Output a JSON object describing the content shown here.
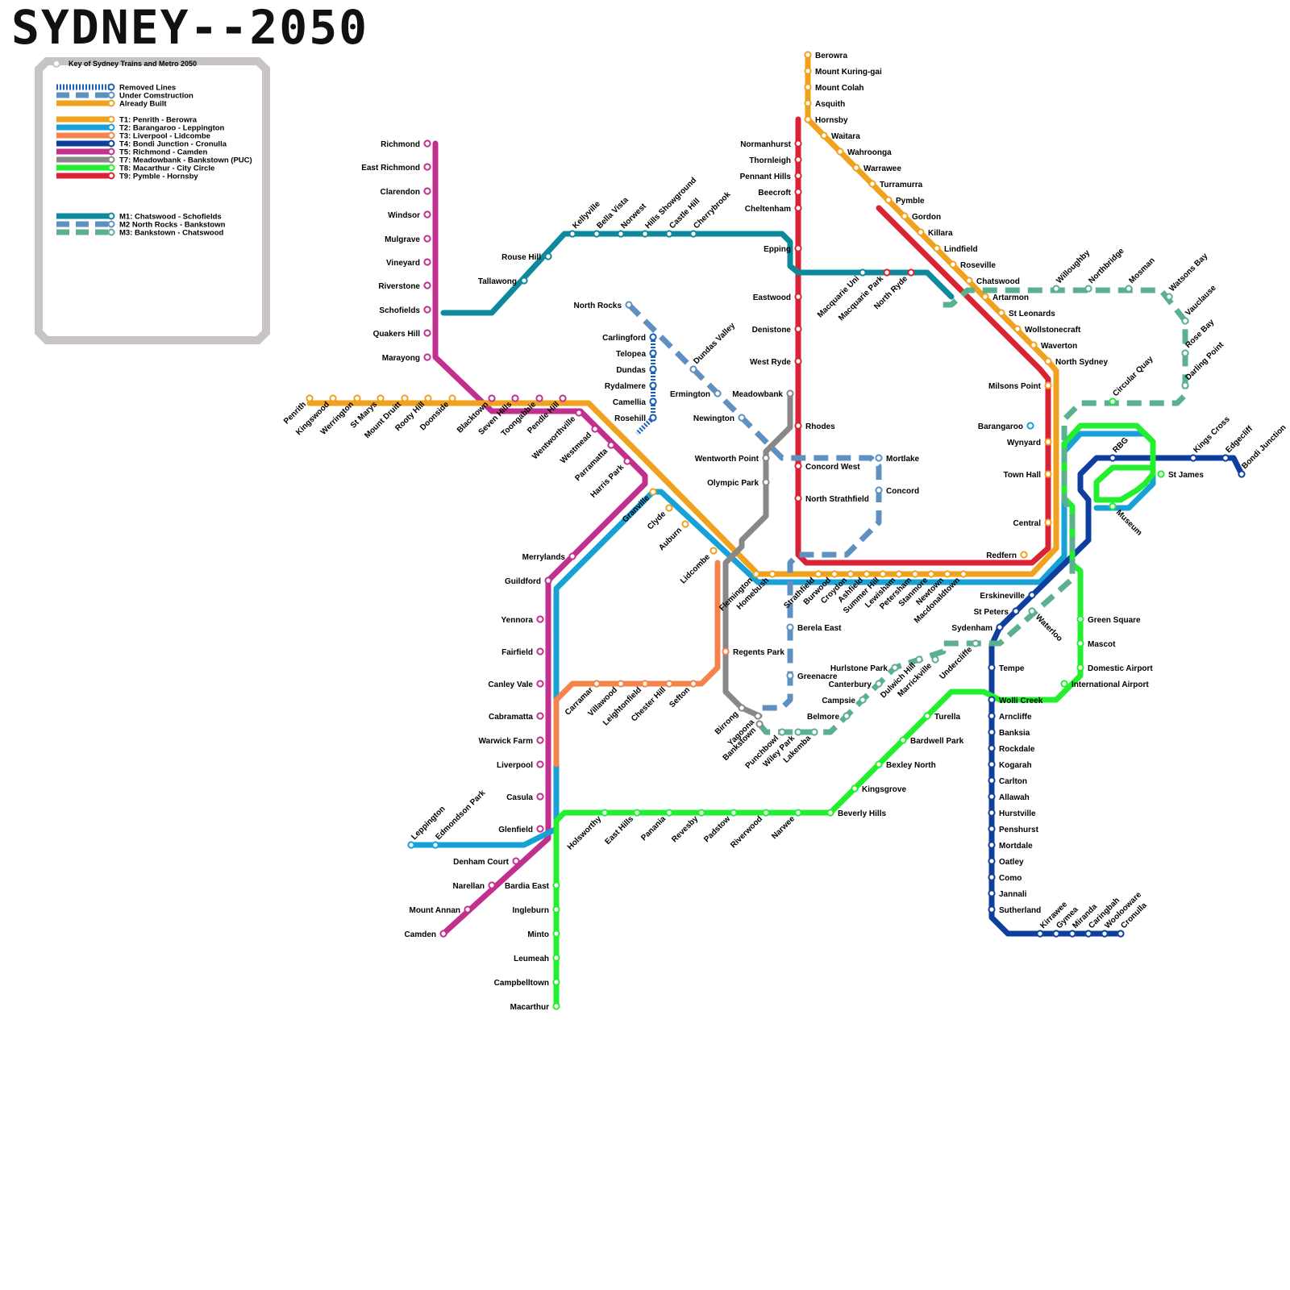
{
  "title": "SYDNEY--2050",
  "legend": {
    "heading": "Key of Sydney Trains and Metro 2050",
    "styles": [
      {
        "label": "Removed Lines",
        "style": "removed",
        "color": "#1a5fb4"
      },
      {
        "label": "Under Comstruction",
        "style": "dashed",
        "color": "#5e90c0"
      },
      {
        "label": "Already Built",
        "style": "solid",
        "color": "#f0a21e"
      }
    ],
    "lines": [
      {
        "label": "T1: Penrith - Berowra",
        "color": "#f0a21e"
      },
      {
        "label": "T2: Barangaroo - Leppington",
        "color": "#16a2d6"
      },
      {
        "label": "T3: Liverpool - Lidcombe",
        "color": "#f5844c"
      },
      {
        "label": "T4: Bondi Junction - Cronulla",
        "color": "#0f3f9e"
      },
      {
        "label": "T5: Richmond - Camden",
        "color": "#c2308f"
      },
      {
        "label": "T7: Meadowbank - Bankstown (PUC)",
        "color": "#888888"
      },
      {
        "label": "T8: Macarthur - City  Circle",
        "color": "#22f02e"
      },
      {
        "label": "T9: Pymble - Hornsby",
        "color": "#d92334"
      }
    ],
    "metros": [
      {
        "label": "M1: Chatswood - Schofields",
        "color": "#0c8a9c",
        "style": "solid"
      },
      {
        "label": "M2 North Rocks - Bankstown",
        "color": "#5e90c0",
        "style": "dashed"
      },
      {
        "label": "M3: Bankstown - Chatswood",
        "color": "#5bb08f",
        "style": "dashed"
      }
    ]
  },
  "routes": [
    {
      "line": "T5",
      "color": "#c2308f",
      "style": "solid",
      "stops": [
        "Richmond",
        "East Richmond",
        "Clarendon",
        "Windsor",
        "Mulgrave",
        "Vineyard",
        "Riverstone",
        "Schofields",
        "Quakers Hill",
        "Marayong",
        "Blacktown",
        "Seven Hills",
        "Toongabbie",
        "Pendle Hill",
        "Wentworthville",
        "Westmead",
        "Parramatta",
        "Harris Park",
        "Merrylands",
        "Guildford",
        "Yennora",
        "Fairfield",
        "Canley Vale",
        "Cabramatta",
        "Warwick Farm",
        "Liverpool",
        "Casula",
        "Glenfield",
        "Denham Court",
        "Narellan",
        "Mount Annan",
        "Camden"
      ]
    },
    {
      "line": "T1",
      "color": "#f0a21e",
      "style": "solid",
      "stops": [
        "Penrith",
        "Kingswood",
        "Werrington",
        "St Marys",
        "Mount Druitt",
        "Rooty Hill",
        "Doonside",
        "Blacktown",
        "Seven Hills",
        "Toongabbie",
        "Pendle Hill",
        "Wentworthville",
        "Westmead",
        "Parramatta",
        "Harris Park",
        "Granville",
        "Clyde",
        "Auburn",
        "Lidcombe",
        "Flemington",
        "Homebush",
        "Strathfield",
        "Burwood",
        "Croydon",
        "Ashfield",
        "Summer Hill",
        "Lewisham",
        "Petersham",
        "Stanmore",
        "Newtown",
        "Macdonaldtown",
        "Redfern",
        "Central",
        "Town Hall",
        "Wynyard",
        "Milsons Point",
        "North Sydney",
        "Waverton",
        "Wollstonecraft",
        "St Leonards",
        "Artarmon",
        "Chatswood",
        "Roseville",
        "Lindfield",
        "Killara",
        "Gordon",
        "Pymble",
        "Turramurra",
        "Warrawee",
        "Wahroonga",
        "Waitara",
        "Hornsby",
        "Asquith",
        "Mount Colah",
        "Mount Kuring-gai",
        "Berowra"
      ]
    },
    {
      "line": "T2",
      "color": "#16a2d6",
      "style": "solid",
      "stops": [
        "Barangaroo",
        "Wynyard",
        "Town Hall",
        "Central",
        "Redfern",
        "Macdonaldtown",
        "Newtown",
        "Stanmore",
        "Petersham",
        "Lewisham",
        "Summer Hill",
        "Ashfield",
        "Croydon",
        "Burwood",
        "Strathfield",
        "Homebush",
        "Flemington",
        "Lidcombe",
        "Auburn",
        "Clyde",
        "Granville",
        "Merrylands",
        "Guildford",
        "Yennora",
        "Fairfield",
        "Canley Vale",
        "Cabramatta",
        "Warwick Farm",
        "Liverpool",
        "Casula",
        "Glenfield",
        "Edmondson Park",
        "Leppington"
      ]
    },
    {
      "line": "T3",
      "color": "#f5844c",
      "style": "solid",
      "stops": [
        "Liverpool",
        "Warwick Farm",
        "Cabramatta",
        "Carramar",
        "Villawood",
        "Leightonfield",
        "Chester Hill",
        "Sefton",
        "Regents Park",
        "Lidcombe"
      ]
    },
    {
      "line": "T4",
      "color": "#0f3f9e",
      "style": "solid",
      "stops": [
        "Bondi Junction",
        "Edgecliff",
        "Kings Cross",
        "RBG",
        "Town Hall",
        "Central",
        "Redfern",
        "Erskineville",
        "St Peters",
        "Sydenham",
        "Tempe",
        "Wolli Creek",
        "Arncliffe",
        "Banksia",
        "Rockdale",
        "Kogarah",
        "Carlton",
        "Allawah",
        "Hurstville",
        "Penshurst",
        "Mortdale",
        "Oatley",
        "Como",
        "Jannali",
        "Sutherland",
        "Kirrawee",
        "Gymea",
        "Miranda",
        "Caringbah",
        "Woolooware",
        "Cronulla"
      ]
    },
    {
      "line": "T7",
      "color": "#888888",
      "style": "solid",
      "stops": [
        "Meadowbank",
        "Wentworth Point",
        "Olympic Park",
        "Lidcombe",
        "Regents Park",
        "Birrong",
        "Yagoona",
        "Bankstown"
      ]
    },
    {
      "line": "T8",
      "color": "#22f02e",
      "style": "solid",
      "stops": [
        "Macarthur",
        "Campbelltown",
        "Leumeah",
        "Minto",
        "Ingleburn",
        "Bardia East",
        "Glenfield",
        "Holsworthy",
        "East Hills",
        "Panania",
        "Revesby",
        "Padstow",
        "Riverwood",
        "Narwee",
        "Beverly Hills",
        "Kingsgrove",
        "Bexley North",
        "Bardwell Park",
        "Turella",
        "Wolli Creek",
        "International Airport",
        "Domestic Airport",
        "Mascot",
        "Green Square",
        "Central",
        "Museum",
        "St James",
        "Circular Quay",
        "Wynyard",
        "Town Hall"
      ]
    },
    {
      "line": "T9",
      "color": "#d92334",
      "style": "solid",
      "stops": [
        "Hornsby",
        "Normanhurst",
        "Thornleigh",
        "Pennant Hills",
        "Beecroft",
        "Cheltenham",
        "Epping",
        "Eastwood",
        "Denistone",
        "West Ryde",
        "Meadowbank",
        "Rhodes",
        "Concord West",
        "North Strathfield",
        "Strathfield",
        "Redfern",
        "Central",
        "Town Hall",
        "Wynyard",
        "Milsons Point",
        "Chatswood",
        "Macquarie Park",
        "North Ryde",
        "Pymble"
      ]
    },
    {
      "line": "M1",
      "color": "#0c8a9c",
      "style": "solid",
      "stops": [
        "Chatswood",
        "North Ryde",
        "Macquarie Park",
        "Macquarie Uni",
        "Epping",
        "Cherrybrook",
        "Castle Hill",
        "Hills Showground",
        "Norwest",
        "Bella Vista",
        "Kellyville",
        "Rouse Hill",
        "Tallawong",
        "Schofields"
      ]
    },
    {
      "line": "M2",
      "color": "#5e90c0",
      "style": "dashed",
      "stops": [
        "North Rocks",
        "Dundas Valley",
        "Ermington",
        "Newington",
        "Wentworth Point",
        "Mortlake",
        "Concord",
        "Strathfield",
        "Berela East",
        "Greenacre",
        "Bankstown"
      ]
    },
    {
      "line": "M3",
      "color": "#5bb08f",
      "style": "dashed",
      "stops": [
        "Bankstown",
        "Punchbowl",
        "Wiley Park",
        "Lakemba",
        "Belmore",
        "Campsie",
        "Canterbury",
        "Hurlstone Park",
        "Dulwich Hill",
        "Marrickville",
        "Undercliffe",
        "Sydenham",
        "Waterloo",
        "Central",
        "Circular Quay",
        "Darling Point",
        "Rose Bay",
        "Vauclause",
        "Watsons Bay",
        "Mosman",
        "Northbridge",
        "Willoughby",
        "Chatswood"
      ]
    },
    {
      "line": "Removed",
      "color": "#1a5fb4",
      "style": "removed",
      "stops": [
        "Carlingford",
        "Telopea",
        "Dundas",
        "Rydalmere",
        "Camellia",
        "Rosehill"
      ]
    }
  ]
}
